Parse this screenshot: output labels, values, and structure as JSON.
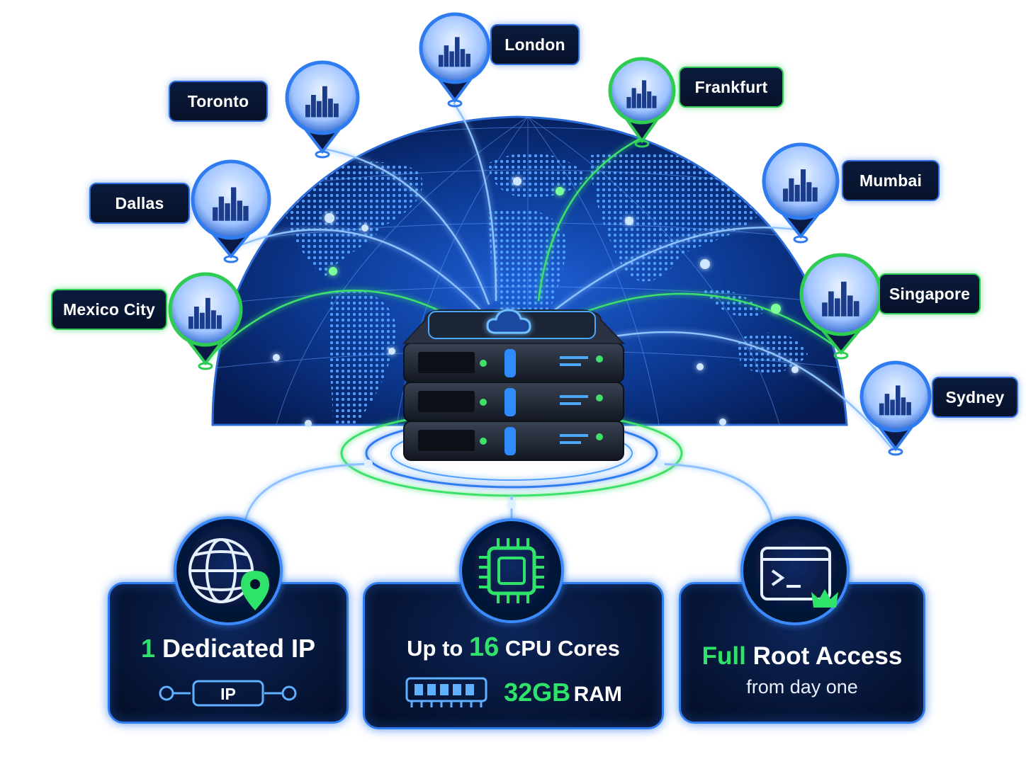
{
  "colors": {
    "accent_blue": "#2f7cf0",
    "accent_green": "#2fe36a",
    "panel_dark": "#07122a",
    "globe_blue": "#0d3f9c"
  },
  "locations": [
    {
      "name": "London",
      "accent": "blue",
      "icon": "big-ben-icon"
    },
    {
      "name": "Toronto",
      "accent": "blue",
      "icon": "cn-tower-icon"
    },
    {
      "name": "Frankfurt",
      "accent": "green",
      "icon": "frankfurt-skyline-icon"
    },
    {
      "name": "Dallas",
      "accent": "blue",
      "icon": "reunion-tower-icon"
    },
    {
      "name": "Mumbai",
      "accent": "blue",
      "icon": "gateway-of-india-icon"
    },
    {
      "name": "Mexico City",
      "accent": "green",
      "icon": "cathedral-icon"
    },
    {
      "name": "Singapore",
      "accent": "green",
      "icon": "marina-bay-sands-icon"
    },
    {
      "name": "Sydney",
      "accent": "blue",
      "icon": "opera-house-icon"
    }
  ],
  "center": {
    "icon": "server-stack-icon",
    "badge_icon": "cloud-icon"
  },
  "features": {
    "ip": {
      "icon": "globe-location-icon",
      "number": "1",
      "label": "Dedicated IP",
      "connector_text": "IP",
      "connector_icon": "ip-connector-icon"
    },
    "cpu": {
      "icon": "cpu-chip-icon",
      "prefix": "Up to",
      "number": "16",
      "label": "CPU Cores",
      "ram_value": "32GB",
      "ram_label": "RAM",
      "ram_icon": "ram-module-icon"
    },
    "root": {
      "icon": "terminal-crown-icon",
      "highlight": "Full",
      "label": "Root Access",
      "sub": "from day one"
    }
  }
}
